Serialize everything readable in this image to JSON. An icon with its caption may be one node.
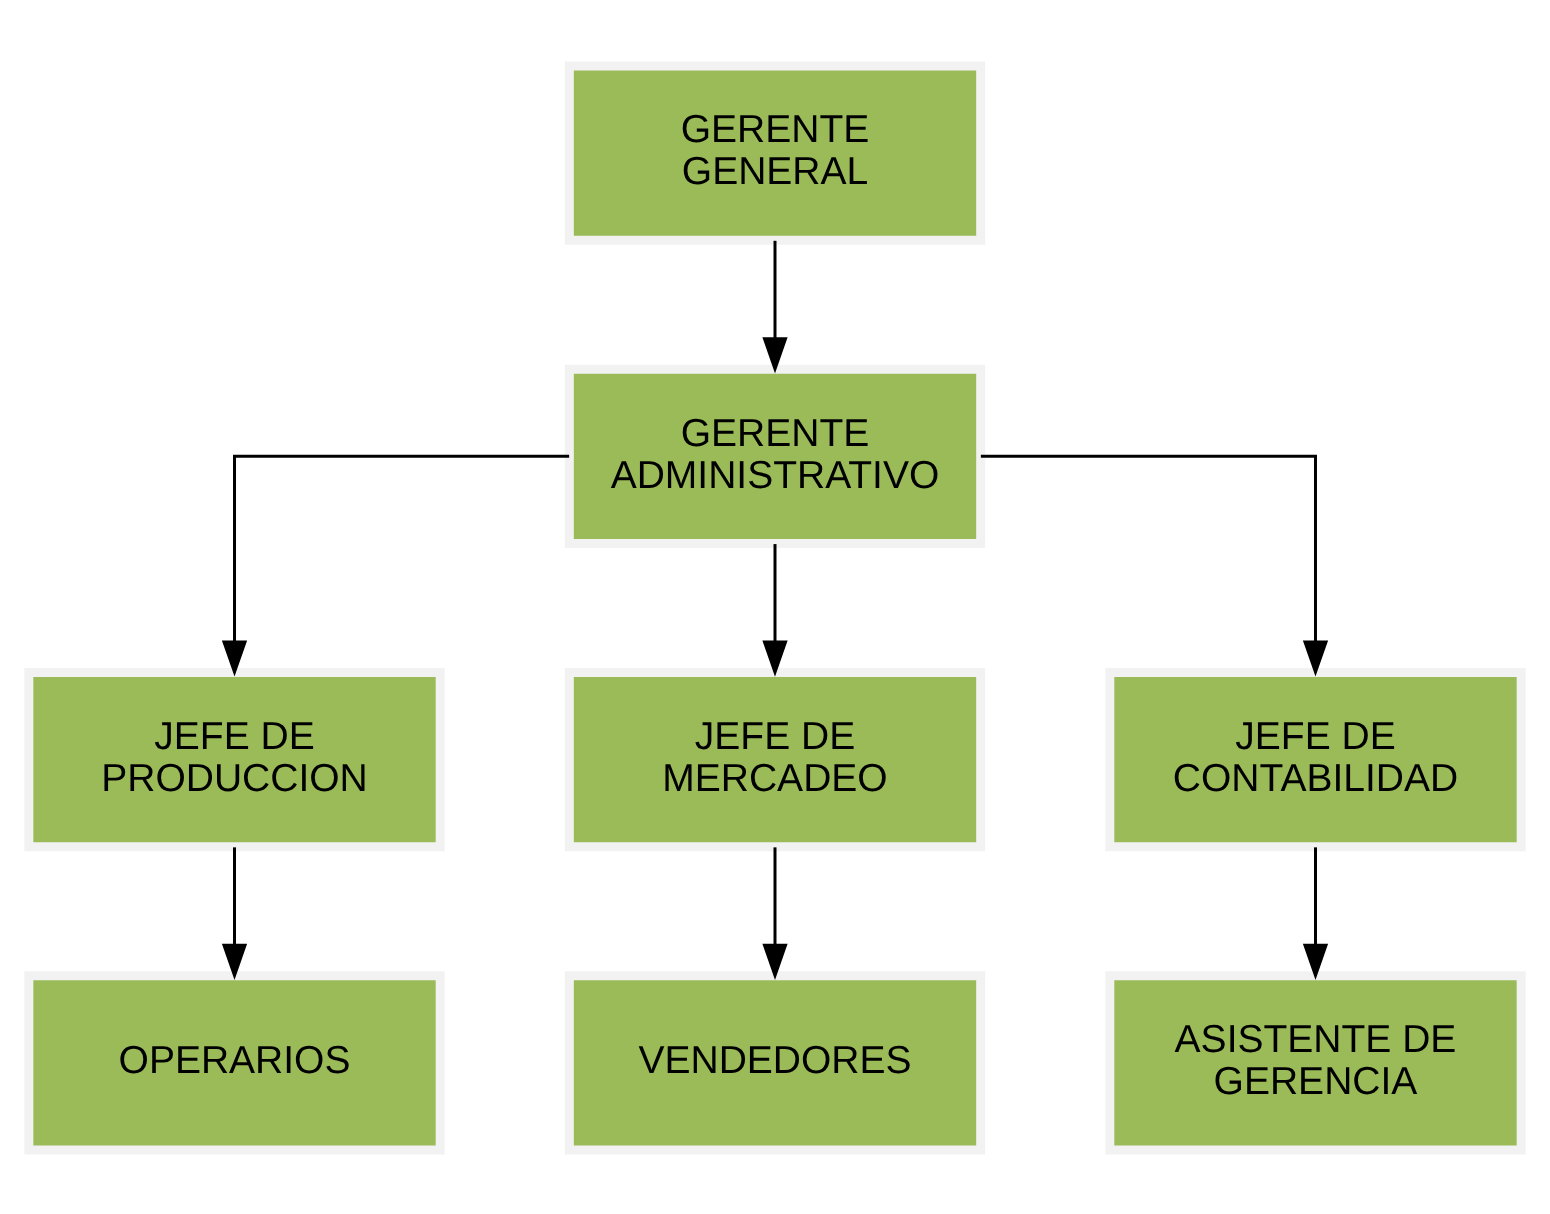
{
  "diagram": {
    "nodes": [
      {
        "text": [
          "GERENTE GENERAL"
        ]
      },
      {
        "text": [
          "GERENTE ADMINISTRATIVO"
        ]
      },
      {
        "text": [
          "JEFE DE PRODUCCION"
        ]
      },
      {
        "text": [
          "JEFE DE MERCADEO"
        ]
      },
      {
        "text": [
          "JEFE DE CONTABILIDAD"
        ]
      },
      {
        "text": [
          "OPERARIOS"
        ]
      },
      {
        "text": [
          "VENDEDORES"
        ]
      },
      {
        "text": [
          "ASISTENTE DE GERENCIA"
        ]
      }
    ],
    "edges": [
      {
        "from": 0,
        "to": 1,
        "arrow": "to"
      },
      {
        "from": 1,
        "to": 2,
        "arrow": "to"
      },
      {
        "from": 1,
        "to": 3,
        "arrow": "to"
      },
      {
        "from": 1,
        "to": 4,
        "arrow": "to"
      },
      {
        "from": 2,
        "to": 5,
        "arrow": "to"
      },
      {
        "from": 3,
        "to": 6,
        "arrow": "to"
      },
      {
        "from": 4,
        "to": 7,
        "arrow": "to"
      }
    ]
  }
}
